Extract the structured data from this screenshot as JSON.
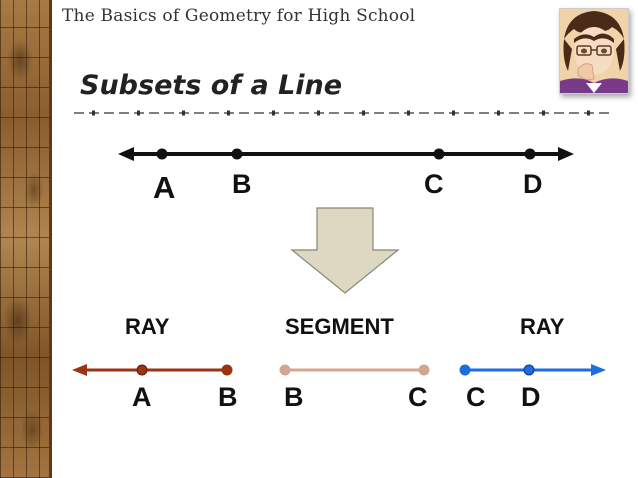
{
  "header": {
    "title": "The Basics of Geometry for High School"
  },
  "slide": {
    "title": "Subsets of a Line"
  },
  "top_line": {
    "points": [
      "A",
      "B",
      "C",
      "D"
    ]
  },
  "subsets": [
    {
      "caption": "RAY",
      "points": [
        "A",
        "B"
      ],
      "color": "#9a3412"
    },
    {
      "caption": "SEGMENT",
      "points": [
        "B",
        "C"
      ],
      "color": "#d4a591"
    },
    {
      "caption": "RAY",
      "points": [
        "C",
        "D"
      ],
      "color": "#1d6de0"
    }
  ],
  "icons": {
    "avatar": "anime-character-avatar",
    "arrow": "down-arrow-icon"
  }
}
